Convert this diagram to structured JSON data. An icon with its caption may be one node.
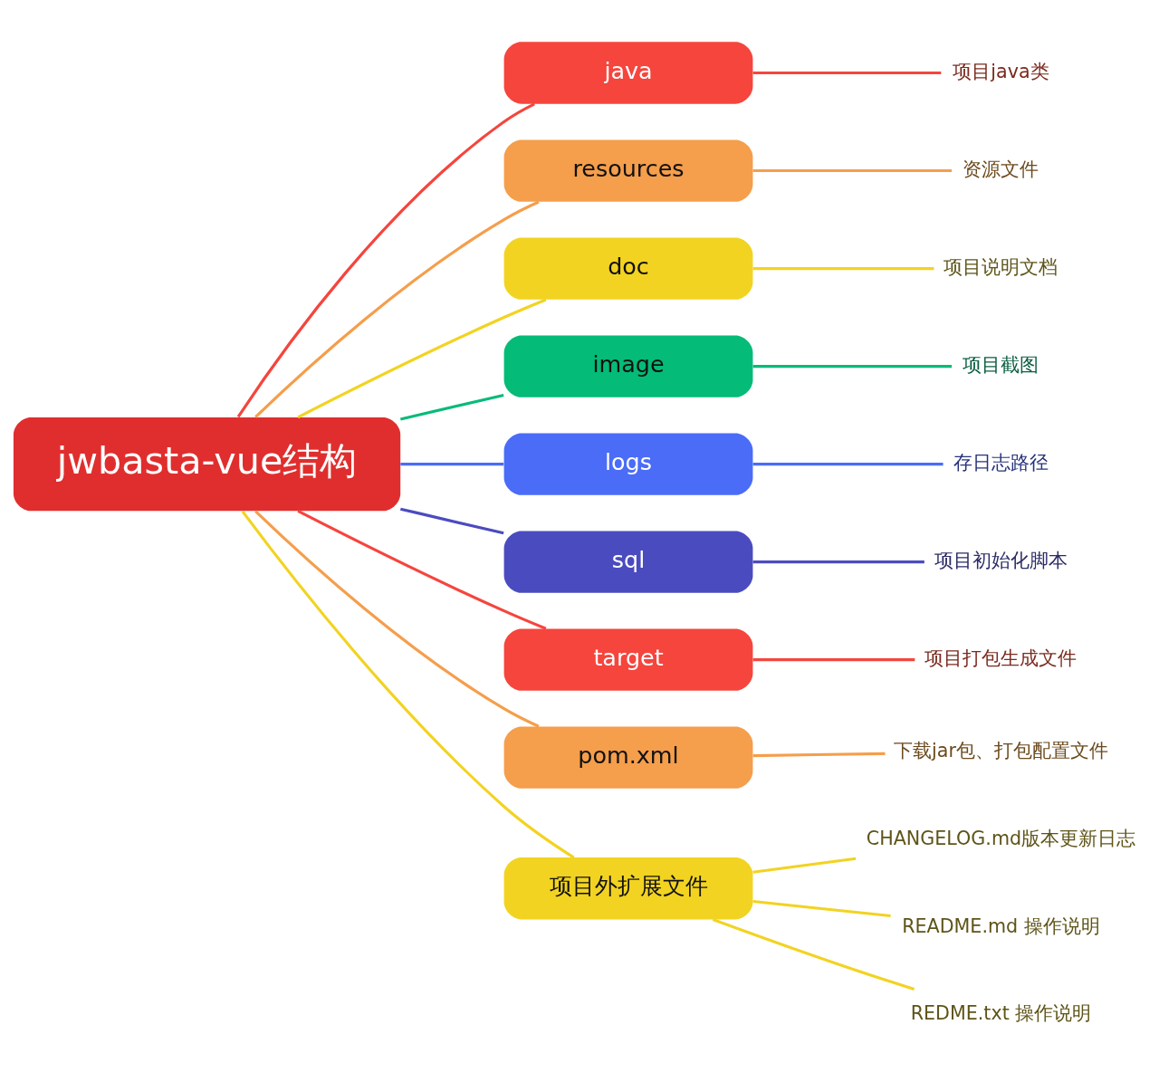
{
  "diagram": {
    "nodes": [
      {
        "text": [
          "jwbasta-vue结构"
        ]
      },
      {
        "text": [
          "java"
        ]
      },
      {
        "text": [
          "项目java类"
        ]
      },
      {
        "text": [
          "resources"
        ]
      },
      {
        "text": [
          "资源文件"
        ]
      },
      {
        "text": [
          "doc"
        ]
      },
      {
        "text": [
          "项目说明文档"
        ]
      },
      {
        "text": [
          "image"
        ]
      },
      {
        "text": [
          "项目截图"
        ]
      },
      {
        "text": [
          "logs"
        ]
      },
      {
        "text": [
          "存日志路径"
        ]
      },
      {
        "text": [
          "sql"
        ]
      },
      {
        "text": [
          "项目初始化脚本"
        ]
      },
      {
        "text": [
          "target"
        ]
      },
      {
        "text": [
          "项目打包生成文件"
        ]
      },
      {
        "text": [
          "pom.xml"
        ]
      },
      {
        "text": [
          "下载jar包、打包配置文件"
        ]
      },
      {
        "text": [
          "项目外扩展文件"
        ]
      },
      {
        "text": [
          "CHANGELOG.md版本更新日志"
        ]
      },
      {
        "text": [
          "README.md 操作说明"
        ]
      },
      {
        "text": [
          "REDME.txt 操作说明"
        ]
      }
    ],
    "edges": [
      {
        "from": 0,
        "to": 1,
        "arrow": "none",
        "color": "#f5453d"
      },
      {
        "from": 1,
        "to": 2,
        "arrow": "none",
        "color": "#f5453d"
      },
      {
        "from": 0,
        "to": 3,
        "arrow": "none",
        "color": "#f59e4b"
      },
      {
        "from": 3,
        "to": 4,
        "arrow": "none",
        "color": "#f59e4b"
      },
      {
        "from": 0,
        "to": 5,
        "arrow": "none",
        "color": "#f2d321"
      },
      {
        "from": 5,
        "to": 6,
        "arrow": "none",
        "color": "#f2d321"
      },
      {
        "from": 0,
        "to": 7,
        "arrow": "none",
        "color": "#05bb78"
      },
      {
        "from": 7,
        "to": 8,
        "arrow": "none",
        "color": "#05bb78"
      },
      {
        "from": 0,
        "to": 9,
        "arrow": "none",
        "color": "#4a6cf7"
      },
      {
        "from": 9,
        "to": 10,
        "arrow": "none",
        "color": "#4a6cf7"
      },
      {
        "from": 0,
        "to": 11,
        "arrow": "none",
        "color": "#4b4bc0"
      },
      {
        "from": 11,
        "to": 12,
        "arrow": "none",
        "color": "#4b4bc0"
      },
      {
        "from": 0,
        "to": 13,
        "arrow": "none",
        "color": "#f5453d"
      },
      {
        "from": 13,
        "to": 14,
        "arrow": "none",
        "color": "#f5453d"
      },
      {
        "from": 0,
        "to": 15,
        "arrow": "none",
        "color": "#f59e4b"
      },
      {
        "from": 15,
        "to": 16,
        "arrow": "none",
        "color": "#f59e4b"
      },
      {
        "from": 0,
        "to": 17,
        "arrow": "none",
        "color": "#f2d321"
      },
      {
        "from": 17,
        "to": 18,
        "arrow": "none",
        "color": "#f2d321"
      },
      {
        "from": 17,
        "to": 19,
        "arrow": "none",
        "color": "#f2d321"
      },
      {
        "from": 17,
        "to": 20,
        "arrow": "none",
        "color": "#f2d321"
      }
    ]
  }
}
